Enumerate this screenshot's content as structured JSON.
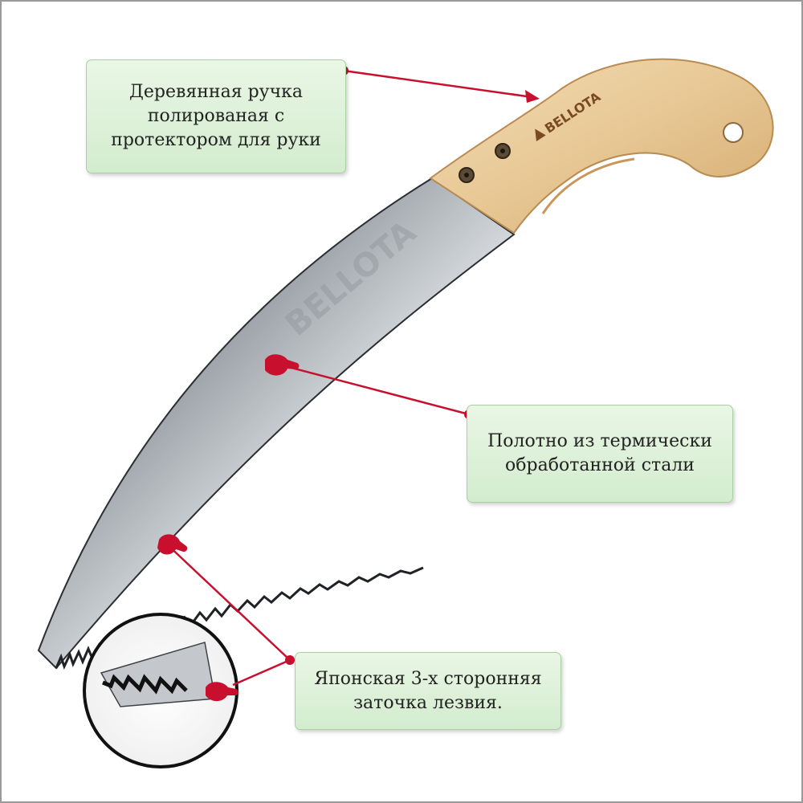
{
  "callouts": {
    "handle": "Деревянная ручка\nполированая с\nпротектором для руки",
    "blade": "Полотно из термически\nобработанной стали",
    "teeth": "Японская 3-х сторонняя\nзаточка лезвия."
  },
  "brand": {
    "handle_logo": "BELLOTA",
    "blade_watermark": "BELLOTA"
  },
  "colors": {
    "callout_fill": "#d9efd5",
    "pointer_line": "#c8102e",
    "handle_wood": "#e8c99a"
  }
}
